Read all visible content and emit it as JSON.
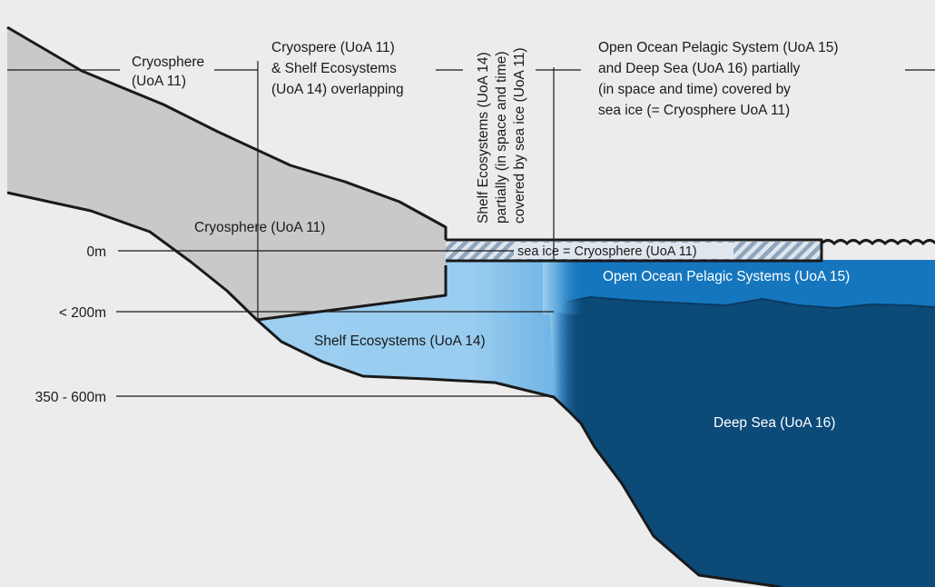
{
  "colors": {
    "background": "#ececec",
    "cryosphere": "#c9c9c9",
    "shelf": "#9ccff0",
    "open_ocean": "#1576be",
    "deep_sea": "#0c4a78",
    "outline": "#1a1a1a"
  },
  "labels": {
    "cryosphere_top": [
      "Cryosphere",
      "(UoA 11)"
    ],
    "overlap": [
      "Cryospere (UoA 11)",
      "& Shelf Ecosystems",
      "(UoA 14) overlapping"
    ],
    "shelf_partial": [
      "Shelf Ecosystems (UoA 14)",
      "partially (in space and time)",
      "covered by sea ice (UoA 11)"
    ],
    "open_ocean_top": [
      "Open Ocean Pelagic System (UoA 15)",
      "and Deep Sea (UoA 16) partially",
      "(in space and time) covered by",
      "sea ice (= Cryosphere UoA 11)"
    ],
    "cryosphere_body": "Cryosphere (UoA 11)",
    "sea_ice": "sea ice = Cryosphere (UoA 11)",
    "open_ocean_body": "Open Ocean Pelagic Systems (UoA 15)",
    "shelf_body": "Shelf Ecosystems (UoA 14)",
    "deep_sea_body": "Deep Sea (UoA 16)"
  },
  "depths": {
    "surface": "0m",
    "shelf_break": "< 200m",
    "slope": "350 - 600m"
  }
}
